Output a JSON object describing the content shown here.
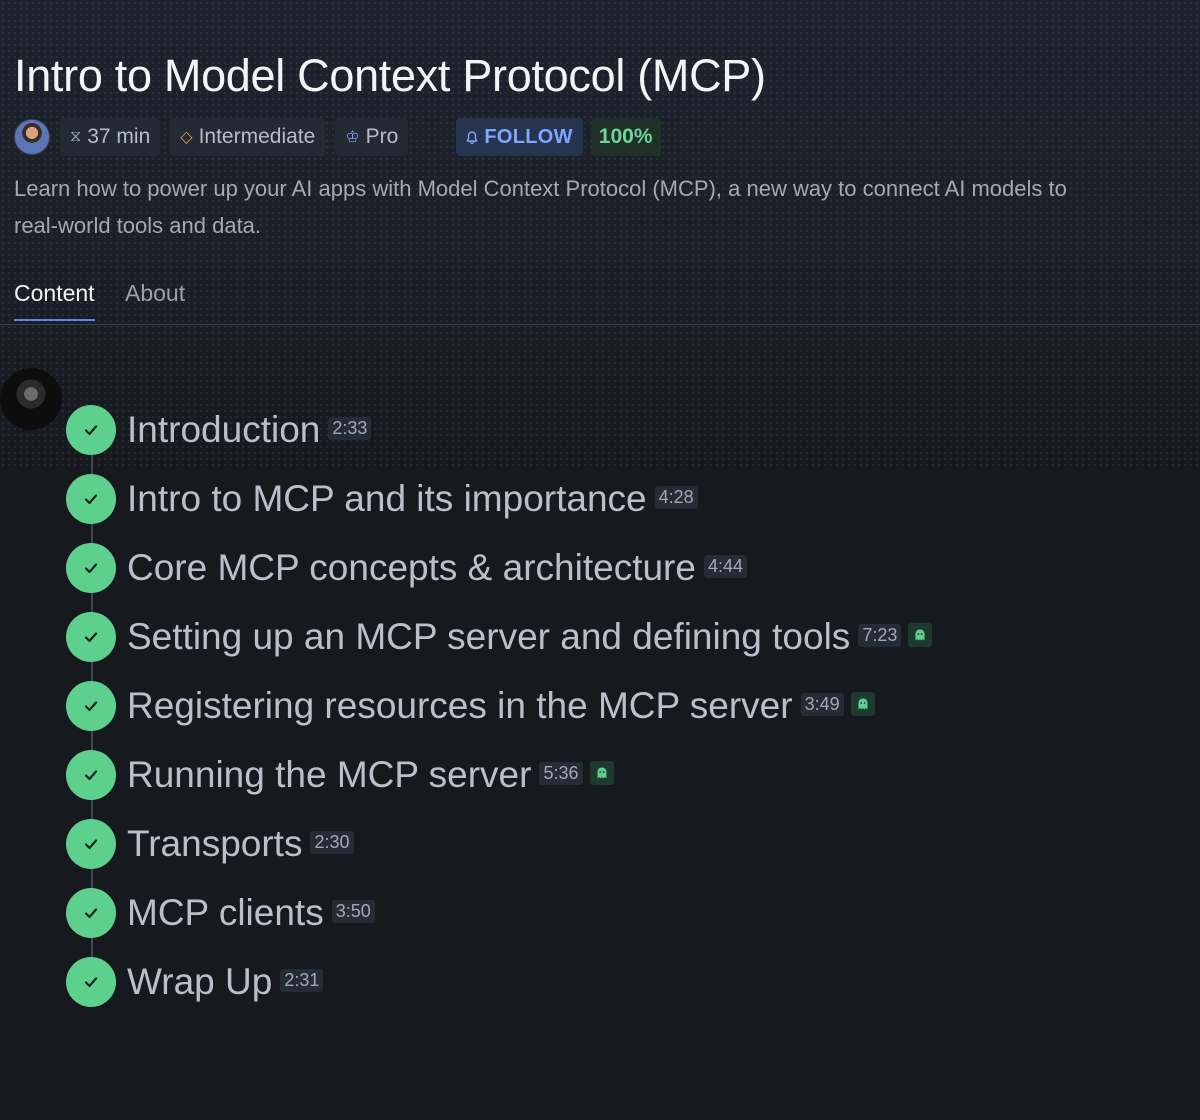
{
  "course": {
    "title": "Intro to Model Context Protocol (MCP)",
    "duration": "37 min",
    "level": "Intermediate",
    "tier": "Pro",
    "follow_label": "FOLLOW",
    "progress": "100%",
    "description": "Learn how to power up your AI apps with Model Context Protocol (MCP), a new way to connect AI models to real-world tools and data."
  },
  "tabs": [
    {
      "label": "Content",
      "active": true
    },
    {
      "label": "About",
      "active": false
    }
  ],
  "lessons": [
    {
      "title": "Introduction",
      "duration": "2:33",
      "completed": true,
      "has_lab": false
    },
    {
      "title": "Intro to MCP and its importance",
      "duration": "4:28",
      "completed": true,
      "has_lab": false
    },
    {
      "title": "Core MCP concepts & architecture",
      "duration": "4:44",
      "completed": true,
      "has_lab": false
    },
    {
      "title": "Setting up an MCP server and defining tools",
      "duration": "7:23",
      "completed": true,
      "has_lab": true
    },
    {
      "title": "Registering resources in the MCP server",
      "duration": "3:49",
      "completed": true,
      "has_lab": true
    },
    {
      "title": "Running the MCP server",
      "duration": "5:36",
      "completed": true,
      "has_lab": true
    },
    {
      "title": "Transports",
      "duration": "2:30",
      "completed": true,
      "has_lab": false
    },
    {
      "title": "MCP clients",
      "duration": "3:50",
      "completed": true,
      "has_lab": false
    },
    {
      "title": "Wrap Up",
      "duration": "2:31",
      "completed": true,
      "has_lab": false
    }
  ],
  "icons": {
    "duration": "hourglass-icon",
    "level": "diamond-icon",
    "tier": "crown-icon",
    "follow": "bell-icon",
    "lesson_status": "check-icon",
    "lab": "ghost-icon"
  },
  "colors": {
    "accent": "#5f86e6",
    "success": "#5ed08e",
    "follow_text": "#7ea6ff",
    "level_icon": "#d8a24a",
    "tier_icon": "#8b94f0"
  }
}
